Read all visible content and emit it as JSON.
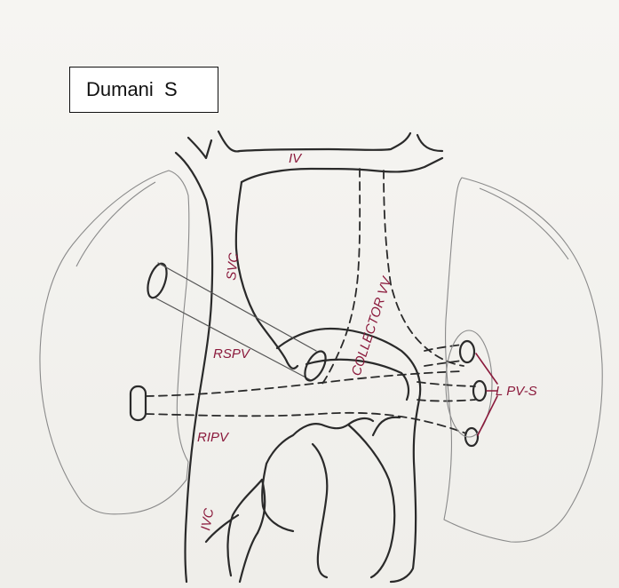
{
  "author_label": "Dumani  S",
  "labels": {
    "iv": "IV",
    "svc": "SVC",
    "collector_vv": "COLLECTOR VV",
    "rspv": "RSPV",
    "ripv": "RIPV",
    "ivc": "IVC",
    "lpvs": "L PV-S"
  },
  "colors": {
    "pencil": "#2a2a2a",
    "ink": "#8b1a3c",
    "paper": "#f4f3f0"
  }
}
